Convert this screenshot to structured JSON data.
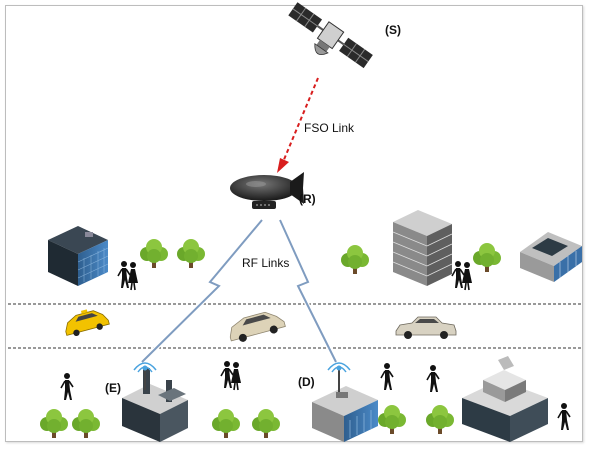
{
  "diagram": {
    "nodes": {
      "satellite": "(S)",
      "relay": "(R)",
      "source_e": "(E)",
      "destination_d": "(D)"
    },
    "links": {
      "fso": "FSO Link",
      "rf": "RF Links"
    },
    "colors": {
      "fso_link": "#d81e1e",
      "rf_link": "#7f9cc0",
      "lane_divider": "#333333",
      "tree_leaf": "#7ab833",
      "building_dark": "#2d3b45",
      "building_blue": "#3a70a8"
    },
    "icons": [
      "satellite-icon",
      "airship-icon",
      "building-icon",
      "tree-icon",
      "person-icon",
      "car-icon",
      "antenna-icon"
    ]
  }
}
